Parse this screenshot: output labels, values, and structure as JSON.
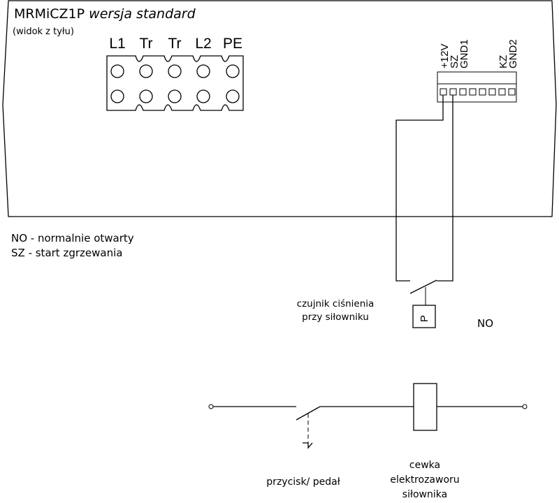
{
  "device": {
    "title_main": "MRMiCZ1P",
    "title_italic": "wersja standard",
    "subtitle": "(widok z tyłu)"
  },
  "power_terminals": [
    "L1",
    "Tr",
    "Tr",
    "L2",
    "PE"
  ],
  "signal_pins": [
    "+12V",
    "SZ",
    "GND1",
    "KZ",
    "GND2"
  ],
  "legend": [
    "NO - normalnie otwarty",
    "SZ - start zgrzewania"
  ],
  "sensor": {
    "label_line1": "czujnik ciśnienia",
    "label_line2": "przy siłowniku",
    "symbol": "P",
    "contact_type": "NO"
  },
  "switch_label": "przycisk/ pedał",
  "coil": {
    "label_line1": "cewka",
    "label_line2": "elektrozaworu",
    "label_line3": "siłownika"
  }
}
